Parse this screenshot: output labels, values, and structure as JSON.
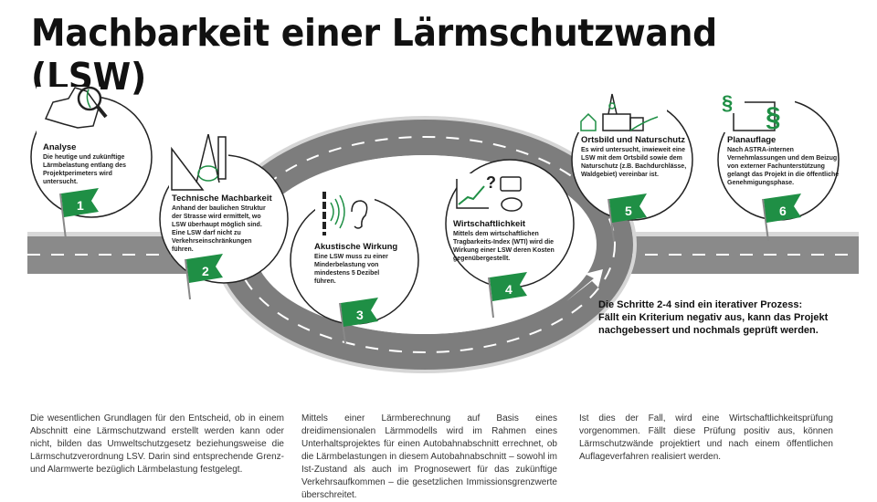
{
  "title": "Machbarkeit einer Lärmschutzwand (LSW)",
  "colors": {
    "accent": "#1f8f45",
    "road": "#8a8a8a"
  },
  "steps": [
    {
      "number": "1",
      "title": "Analyse",
      "text": "Die heutige und zukünftige Lärmbelastung entlang des Projektperimeters wird untersucht.",
      "icon": "switzerland-magnifier-icon"
    },
    {
      "number": "2",
      "title": "Technische Machbarkeit",
      "text": "Anhand der baulichen Struktur der Strasse wird ermittelt, wo LSW überhaupt möglich sind. Eine LSW darf nicht zu Verkehrseinschränkungen führen.",
      "icon": "drafting-tools-icon"
    },
    {
      "number": "3",
      "title": "Akustische Wirkung",
      "text": "Eine LSW muss zu einer Minderbelastung von mindestens 5 Dezibel führen.",
      "icon": "ear-soundwave-icon"
    },
    {
      "number": "4",
      "title": "Wirtschaftlichkeit",
      "text": "Mittels dem wirtschaftlichen Tragbarkeits-Index (WTI) wird die Wirkung einer LSW deren Kosten gegenübergestellt.",
      "icon": "chart-wallet-piggybank-icon"
    },
    {
      "number": "5",
      "title": "Ortsbild und Naturschutz",
      "text": "Es wird untersucht, inwieweit eine LSW mit dem Ortsbild sowie dem Naturschutz (z.B. Bachdurchlässe, Waldgebiet) vereinbar ist.",
      "icon": "village-church-icon"
    },
    {
      "number": "6",
      "title": "Planauflage",
      "text": "Nach ASTRA-internen Vernehmlassungen und dem Beizug von externer Fachunterstützung gelangt das Projekt in die öffentliche Genehmigungsphase.",
      "icon": "paragraph-document-icon"
    }
  ],
  "iterative_note": {
    "line1": "Die Schritte 2-4 sind ein iterativer Prozess:",
    "line2": "Fällt ein Kriterium negativ aus, kann das Projekt",
    "line3": "nachgebessert und nochmals geprüft werden."
  },
  "columns": [
    "Die wesentlichen Grundlagen für den Entscheid, ob in einem Abschnitt eine Lärmschutzwand erstellt werden kann oder nicht, bilden das Umweltschutzgesetz beziehungsweise die Lärmschutzverordnung LSV. Darin sind entsprechende Grenz- und Alarmwerte bezüglich Lärmbelastung festgelegt.",
    "Mittels einer Lärmberechnung auf Basis eines dreidimensionalen Lärmmodells wird im Rahmen eines Unterhaltsprojektes für einen Autobahnabschnitt errechnet, ob die Lärmbelastungen in diesem Autobahnabschnitt – sowohl im Ist-Zustand als auch im Prognosewert für das zukünftige Verkehrsaufkommen – die gesetzlichen Immissionsgrenzwerte überschreitet.",
    "Ist dies der Fall, wird eine Wirtschaftlichkeitsprüfung vorgenommen. Fällt diese Prüfung positiv aus, können Lärmschutzwände projektiert und nach einem öffentlichen Auflageverfahren realisiert werden."
  ]
}
